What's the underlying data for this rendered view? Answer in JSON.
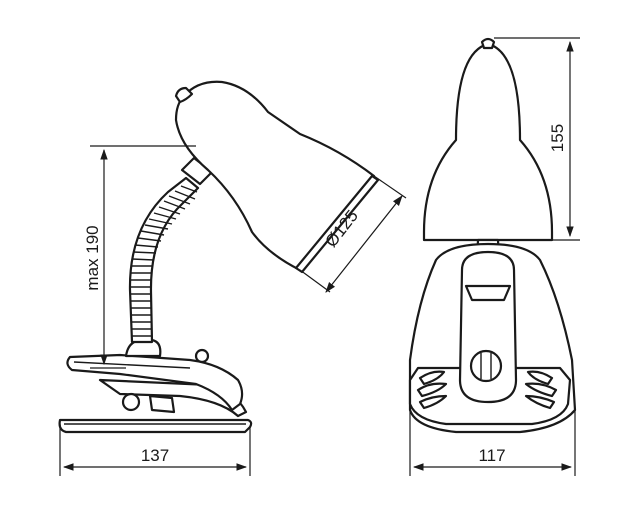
{
  "dimensions": {
    "max_height": "max 190",
    "shade_diameter": "Ø125",
    "base_depth": "137",
    "shade_height": "155",
    "base_width": "117"
  }
}
